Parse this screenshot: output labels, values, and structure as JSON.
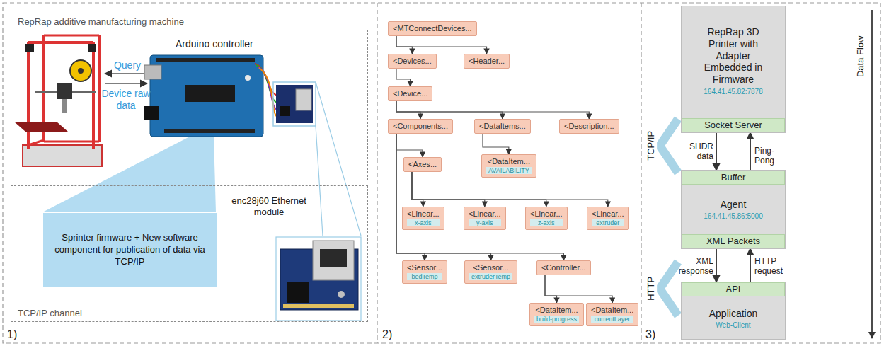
{
  "diagram": {
    "nodes": [
      {
        "text": [
          "RepRap additive manufacturing machine"
        ]
      },
      {
        "text": [
          "TCP/IP channel"
        ]
      },
      {
        "text": [
          "Sprinter firmware + New software component for publication of data via TCP/IP"
        ],
        "in": 1
      },
      {
        "text": [
          "<MTConnectDevices..."
        ]
      },
      {
        "text": [
          "<Devices..."
        ]
      },
      {
        "text": [
          "<Header..."
        ]
      },
      {
        "text": [
          "<Device..."
        ]
      },
      {
        "text": [
          "<Components..."
        ]
      },
      {
        "text": [
          "<DataItems..."
        ]
      },
      {
        "text": [
          "<Description..."
        ]
      },
      {
        "text": [
          "<Axes..."
        ]
      },
      {
        "text": [
          "<DataItem...",
          "AVAILABILITY"
        ]
      },
      {
        "text": [
          "<Linear...",
          "x-axis"
        ]
      },
      {
        "text": [
          "<Linear...",
          "y-axis"
        ]
      },
      {
        "text": [
          "<Linear...",
          "z-axis"
        ]
      },
      {
        "text": [
          "<Linear...",
          "extruder"
        ]
      },
      {
        "text": [
          "<Sensor...",
          "bedTemp"
        ]
      },
      {
        "text": [
          "<Sensor...",
          "extruderTemp"
        ]
      },
      {
        "text": [
          "<Controller..."
        ]
      },
      {
        "text": [
          "<DataItem...",
          "build-progress"
        ]
      },
      {
        "text": [
          "<DataItem...",
          "currentLayer"
        ]
      },
      {
        "text": [
          "RepRap 3D Printer with Adapter Embedded in Firmware",
          "164.41.45.82:7878"
        ]
      },
      {
        "text": [
          "Socket Server"
        ],
        "in": 21
      },
      {
        "text": [
          "Agent",
          "164.41.45.86:5000"
        ]
      },
      {
        "text": [
          "Buffer"
        ],
        "in": 23
      },
      {
        "text": [
          "XML Packets"
        ],
        "in": 23
      },
      {
        "text": [
          "Application",
          "Web-Client"
        ]
      },
      {
        "text": [
          "API"
        ],
        "in": 26
      }
    ],
    "edges": [
      {
        "from": 3,
        "to": 4,
        "arrow": "to"
      },
      {
        "from": 3,
        "to": 5,
        "arrow": "to"
      },
      {
        "from": 4,
        "to": 6,
        "arrow": "to"
      },
      {
        "from": 6,
        "to": 7,
        "arrow": "to"
      },
      {
        "from": 6,
        "to": 8,
        "arrow": "to"
      },
      {
        "from": 6,
        "to": 9,
        "arrow": "to"
      },
      {
        "from": 7,
        "to": 10,
        "arrow": "to"
      },
      {
        "from": 8,
        "to": 11,
        "arrow": "to"
      },
      {
        "from": 10,
        "to": 12,
        "arrow": "to"
      },
      {
        "from": 10,
        "to": 13,
        "arrow": "to"
      },
      {
        "from": 10,
        "to": 14,
        "arrow": "to"
      },
      {
        "from": 10,
        "to": 15,
        "arrow": "to"
      },
      {
        "from": 7,
        "to": 16,
        "arrow": "to"
      },
      {
        "from": 7,
        "to": 17,
        "arrow": "to"
      },
      {
        "from": 7,
        "to": 18,
        "arrow": "to"
      },
      {
        "from": 18,
        "to": 19,
        "arrow": "to"
      },
      {
        "from": 18,
        "to": 20,
        "arrow": "to"
      },
      {
        "from": 22,
        "to": 24,
        "label": "SHDR data",
        "arrow": "to"
      },
      {
        "from": 24,
        "to": 22,
        "label": "Ping-Pong",
        "arrow": "to"
      },
      {
        "from": 25,
        "to": 27,
        "label": "XML response",
        "arrow": "to"
      },
      {
        "from": 27,
        "to": 25,
        "label": "HTTP request",
        "arrow": "to"
      }
    ],
    "labels": [
      "1)",
      "Query",
      "Device raw data",
      "Arduino controller",
      "enc28j60 Ethernet module",
      "2)",
      "TCP/IP",
      "HTTP",
      "3)",
      "Data Flow"
    ]
  }
}
